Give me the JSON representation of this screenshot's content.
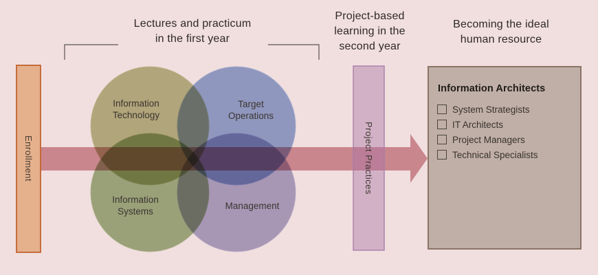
{
  "stage1": {
    "heading_line1": "Lectures and practicum",
    "heading_line2": "in the first year",
    "enrollment_label": "Enrollment",
    "venn": {
      "information_technology_line1": "Information",
      "information_technology_line2": "Technology",
      "target_operations_line1": "Target",
      "target_operations_line2": "Operations",
      "information_systems_line1": "Information",
      "information_systems_line2": "Systems",
      "management_label": "Management"
    }
  },
  "stage2": {
    "heading_line1": "Project-based",
    "heading_line2": "learning in the",
    "heading_line3": "second year",
    "bar_label": "Project Practices"
  },
  "stage3": {
    "heading_line1": "Becoming the ideal",
    "heading_line2": "human resource",
    "box_title": "Information Architects",
    "roles": [
      "System Strategists",
      "IT Architects",
      "Project Managers",
      "Technical Specialists"
    ]
  },
  "colors": {
    "background": "#f1dfdf",
    "enrollment_bar_fill": "#e5b18c",
    "enrollment_bar_border": "#c1632e",
    "circle_information_technology": "#b1a378",
    "circle_target_operations": "#9097bf",
    "circle_information_systems": "#9aa179",
    "circle_management": "#a795b7",
    "flow_arrow": "#ca868d",
    "project_practices_bar_fill": "#cbadc8",
    "project_practices_bar_border": "#a87ca7",
    "result_box_fill": "#bfafa7",
    "result_box_border": "#8b7365"
  }
}
